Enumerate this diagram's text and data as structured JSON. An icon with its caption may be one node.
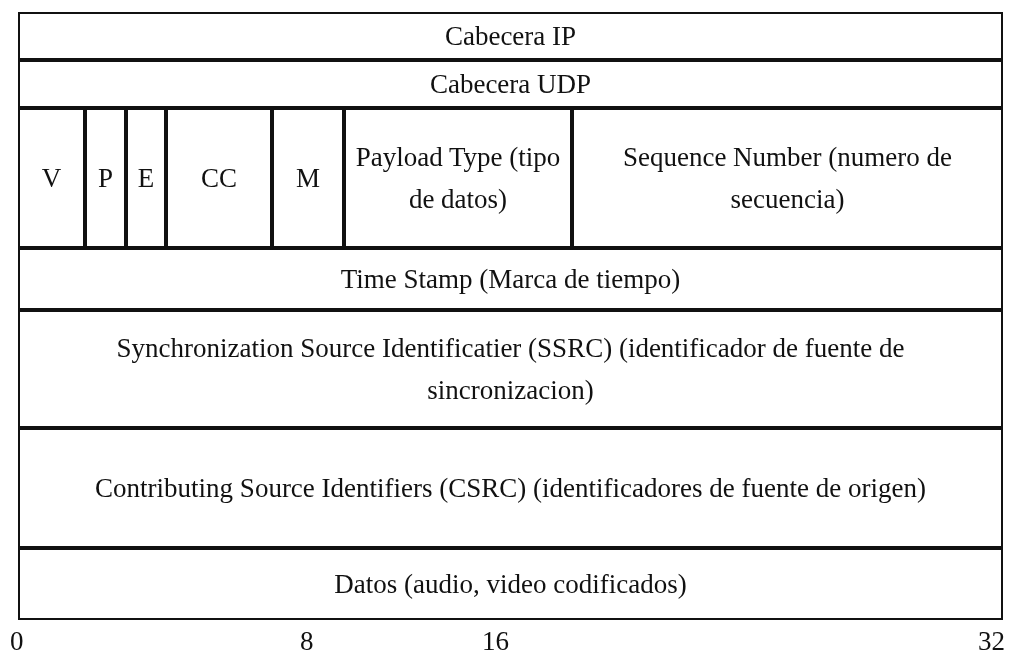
{
  "diagram": {
    "nodes": [
      {
        "text": [
          "Cabecera IP"
        ]
      },
      {
        "text": [
          "Cabecera UDP"
        ]
      },
      {
        "text": [
          "V"
        ]
      },
      {
        "text": [
          "P"
        ]
      },
      {
        "text": [
          "E"
        ]
      },
      {
        "text": [
          "CC"
        ]
      },
      {
        "text": [
          "M"
        ]
      },
      {
        "text": [
          "Payload Type (tipo de datos)"
        ]
      },
      {
        "text": [
          "Sequence Number (numero de secuencia)"
        ]
      },
      {
        "text": [
          "Time Stamp (Marca de tiempo)"
        ]
      },
      {
        "text": [
          "Synchronization Source Identificatier (SSRC) (identificador de fuente de sincronizacion)"
        ]
      },
      {
        "text": [
          "Contributing Source Identifiers (CSRC) (identificadores de fuente de origen)"
        ]
      },
      {
        "text": [
          "Datos (audio, video codificados)"
        ]
      }
    ],
    "edges": [],
    "labels": [
      "0",
      "8",
      "16",
      "32"
    ]
  }
}
